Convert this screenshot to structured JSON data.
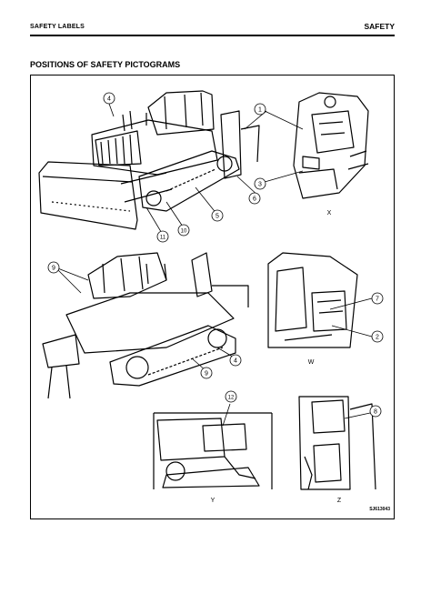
{
  "header": {
    "section_label": "SAFETY LABELS",
    "chapter_label": "SAFETY"
  },
  "page_title": "POSITIONS OF SAFETY PICTOGRAMS",
  "callouts": {
    "c1": "1",
    "c2": "2",
    "c3": "3",
    "c4a": "4",
    "c4b": "4",
    "c5": "5",
    "c6": "6",
    "c7": "7",
    "c8": "8",
    "c9a": "9",
    "c9b": "9",
    "c10": "10",
    "c11": "11",
    "c12": "12"
  },
  "view_labels": {
    "x": "X",
    "w": "W",
    "y": "Y",
    "z": "Z"
  },
  "figure_code": "SJ613043"
}
